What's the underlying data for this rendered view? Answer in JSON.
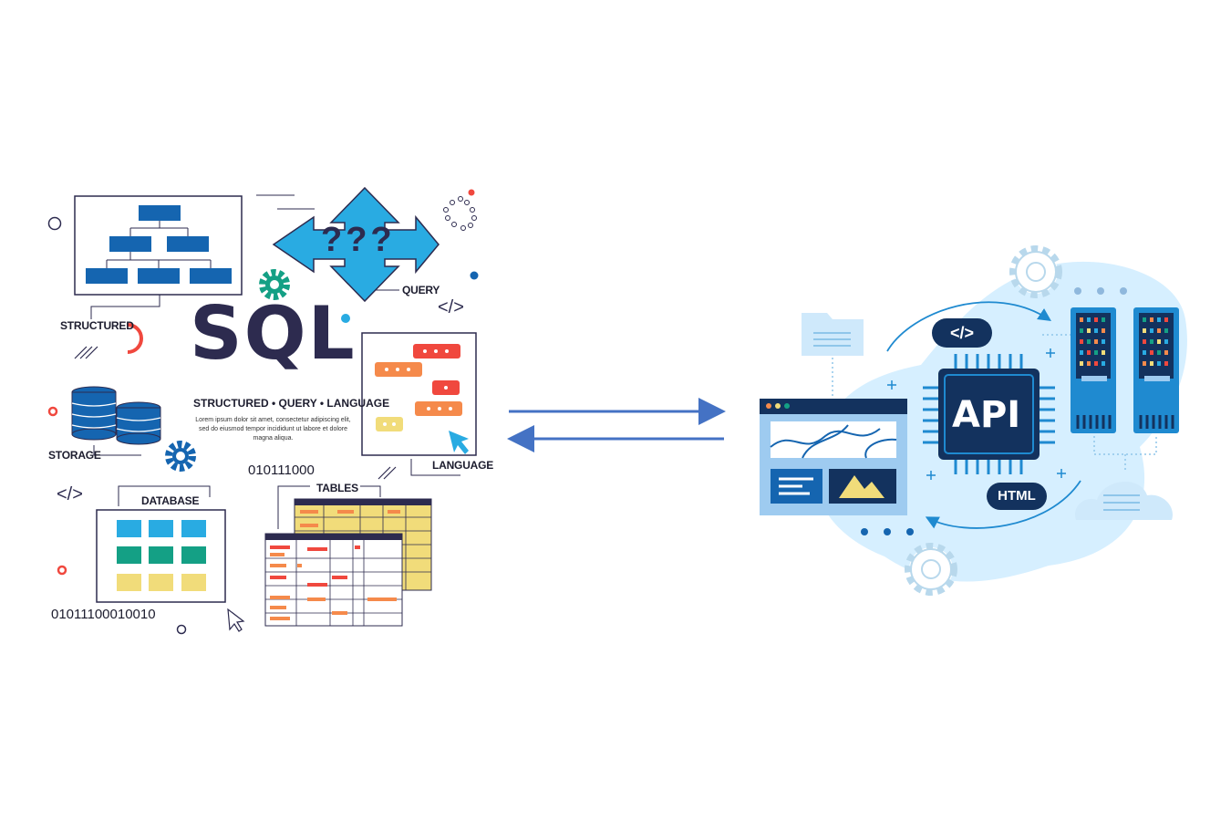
{
  "sql_panel": {
    "title": "SQL",
    "tagline": "STRUCTURED • QUERY • LANGUAGE",
    "lorem": "Lorem ipsum dolor sit amet, consectetur adipiscing elit, sed do eiusmod tempor incididunt ut labore et dolore magna aliqua.",
    "labels": {
      "structured": "STRUCTURED",
      "query": "QUERY",
      "storage": "STORAGE",
      "language": "LANGUAGE",
      "database": "DATABASE",
      "tables": "TABLES"
    },
    "question_marks": "???",
    "code_symbol": "</>",
    "binary_1": "010111000",
    "binary_2": "01011100010010"
  },
  "api_panel": {
    "title": "API",
    "code_badge": "</>",
    "html_badge": "HTML"
  },
  "colors": {
    "navy": "#2d2b4f",
    "blue": "#1565b0",
    "light_blue": "#29abe2",
    "teal": "#14a085",
    "red": "#f0483e",
    "orange": "#f58a4b",
    "yellow": "#f1dc7a",
    "arrow": "#4472c4",
    "api_chip": "#13325e",
    "blob": "#d6efff"
  }
}
